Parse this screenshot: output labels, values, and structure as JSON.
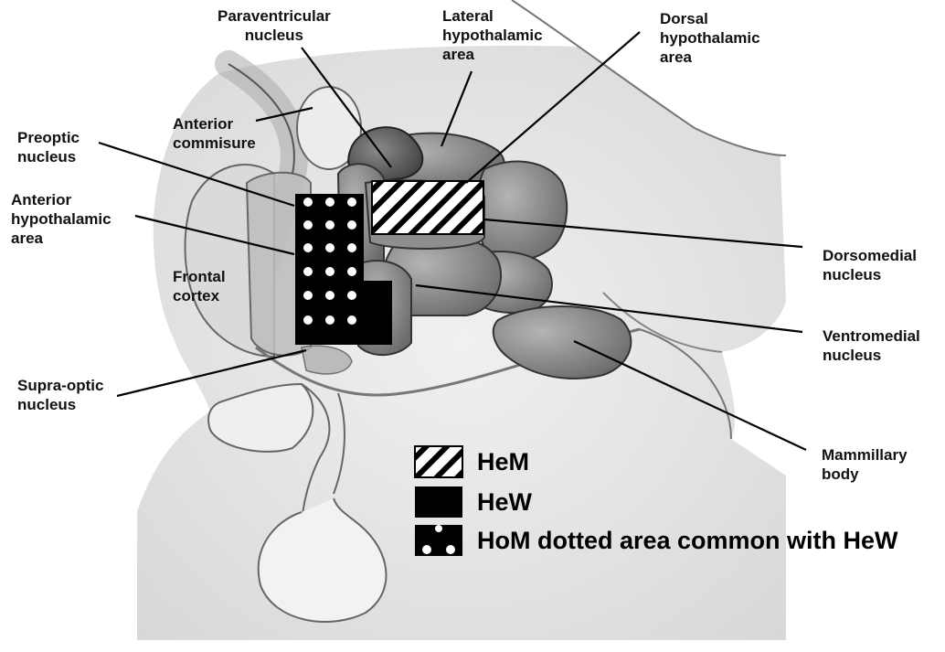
{
  "labels": {
    "paraventricular": "Paraventricular\nnucleus",
    "lateral": "Lateral\nhypothalamic\narea",
    "dorsal": "Dorsal\nhypothalamic\narea",
    "anterior_commisure": "Anterior\ncommisure",
    "preoptic": "Preoptic\nnucleus",
    "anterior_hypothalamic": "Anterior\nhypothalamic\narea",
    "frontal_cortex": "Frontal\ncortex",
    "dorsomedial": "Dorsomedial\nnucleus",
    "ventromedial": "Ventromedial\nnucleus",
    "supraoptic": "Supra-optic\nnucleus",
    "mammillary": "Mammillary\nbody"
  },
  "legend": [
    {
      "key": "hem",
      "label": "HeM",
      "pattern": "hatched"
    },
    {
      "key": "hew",
      "label": "HeW",
      "pattern": "solid-black"
    },
    {
      "key": "hom",
      "label": "HoM dotted area common with HeW",
      "pattern": "black-with-white-dots"
    }
  ],
  "colors": {
    "background": "#ffffff",
    "brain_tissue": "#e6e6e6",
    "nucleus_dark": "#7a7a7a",
    "nucleus_mid": "#9a9a9a",
    "outline": "#333333",
    "marker": "#000000"
  }
}
